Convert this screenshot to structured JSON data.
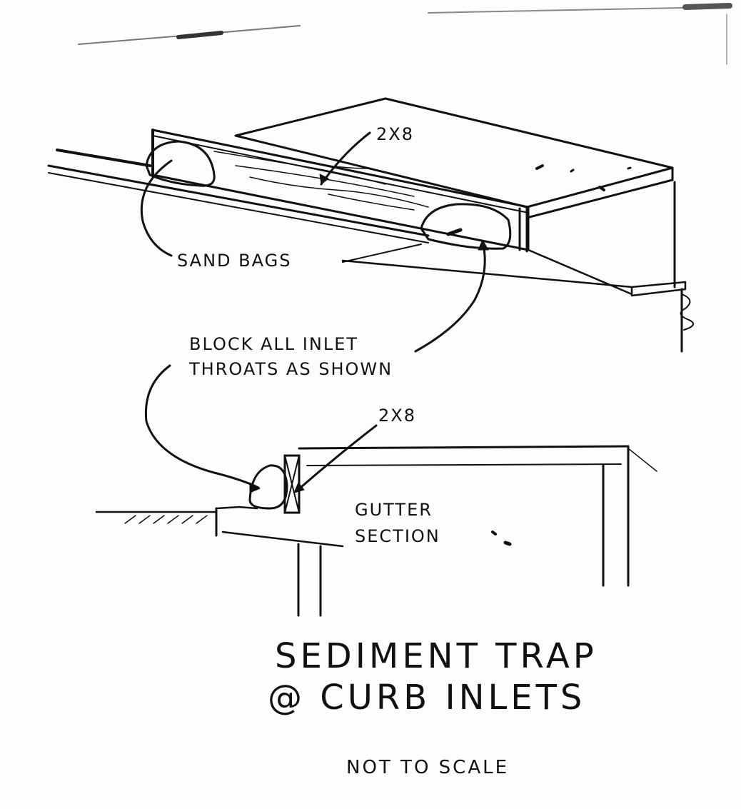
{
  "labels": {
    "board_top": "2X8",
    "sand_bags": "SAND BAGS",
    "block_line1": "BLOCK ALL INLET",
    "block_line2": "THROATS AS SHOWN",
    "board_section": "2X8",
    "gutter_line1": "GUTTER",
    "gutter_line2": "SECTION",
    "title_line1": "SEDIMENT TRAP",
    "title_line2": "@ CURB INLETS",
    "scale_note": "NOT TO SCALE"
  }
}
